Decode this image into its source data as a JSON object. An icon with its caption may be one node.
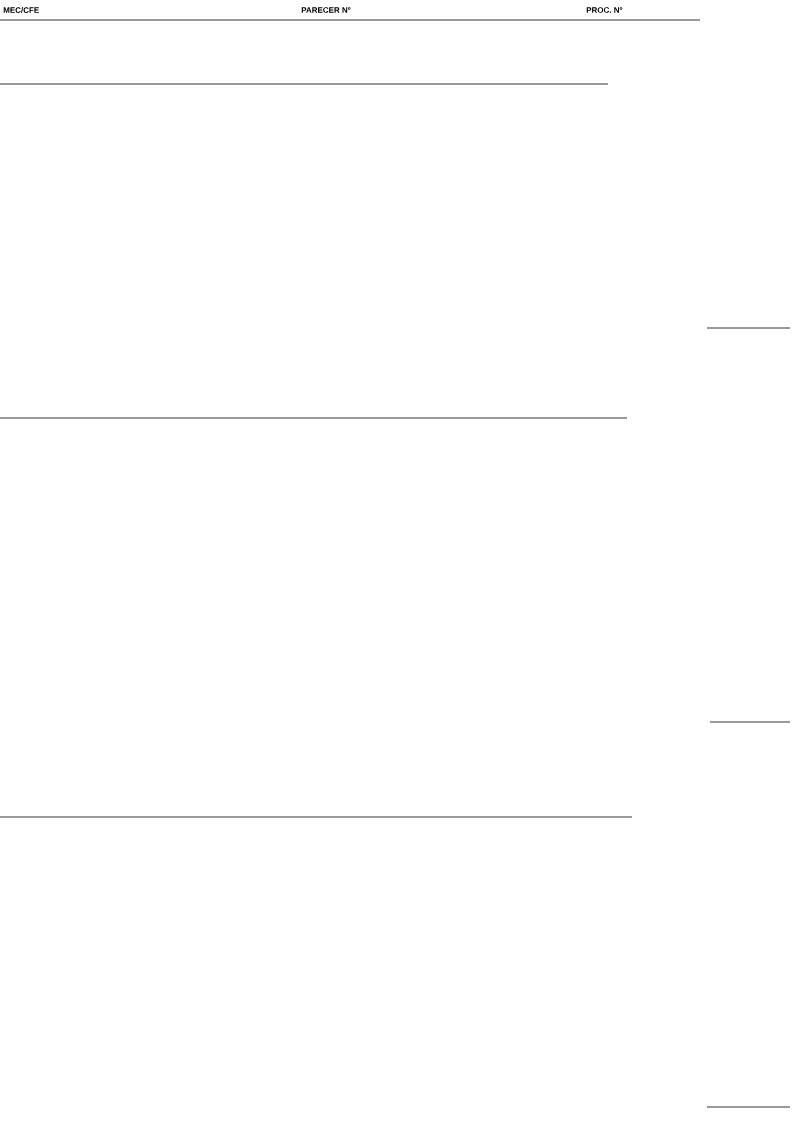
{
  "diagram": {
    "labels": [
      "MEC/CFE",
      "PARECER Nº",
      "PROC. Nº"
    ]
  }
}
